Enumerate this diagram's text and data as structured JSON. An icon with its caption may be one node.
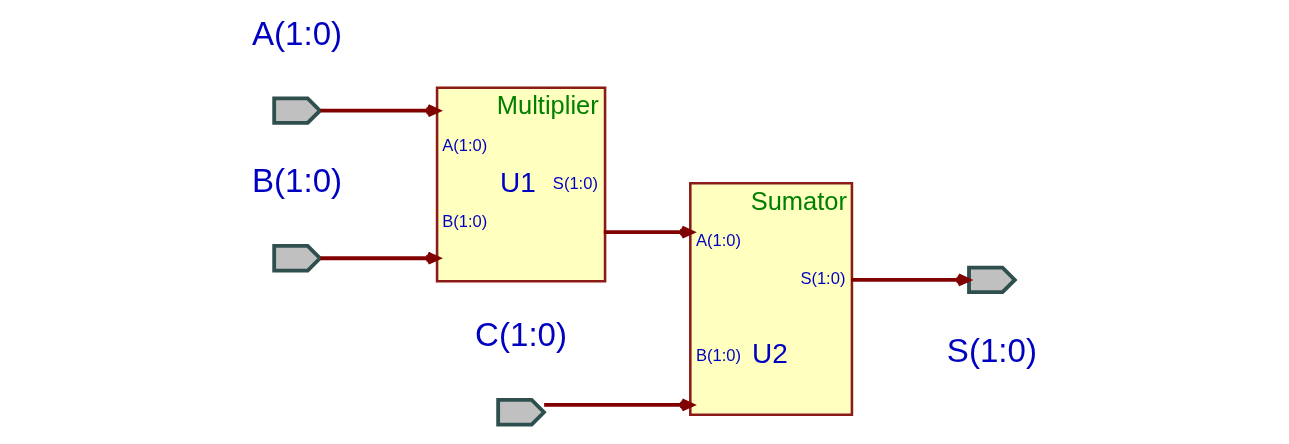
{
  "diagram": {
    "nodes": [
      {
        "text": [],
        "shape": "pentagon",
        "beside": [
          "A(1:0)"
        ]
      },
      {
        "text": [],
        "shape": "pentagon",
        "beside": [
          "B(1:0)"
        ]
      },
      {
        "text": [],
        "shape": "pentagon",
        "beside": [
          "C(1:0)"
        ]
      },
      {
        "text": [
          "Multiplier",
          "A(1:0)",
          "U1",
          "S(1:0)",
          "B(1:0)"
        ]
      },
      {
        "text": [
          "Sumator",
          "A(1:0)",
          "S(1:0)",
          "B(1:0)",
          "U2"
        ]
      },
      {
        "text": [],
        "shape": "pentagon",
        "beside": [
          "S(1:0)"
        ]
      }
    ],
    "edges": [
      {
        "from": 0,
        "to": 3,
        "arrow": "to"
      },
      {
        "from": 1,
        "to": 3,
        "arrow": "to"
      },
      {
        "from": 2,
        "to": 4,
        "arrow": "to"
      },
      {
        "from": 3,
        "to": 4,
        "arrow": "to"
      },
      {
        "from": 4,
        "to": 5,
        "arrow": "to"
      }
    ]
  }
}
